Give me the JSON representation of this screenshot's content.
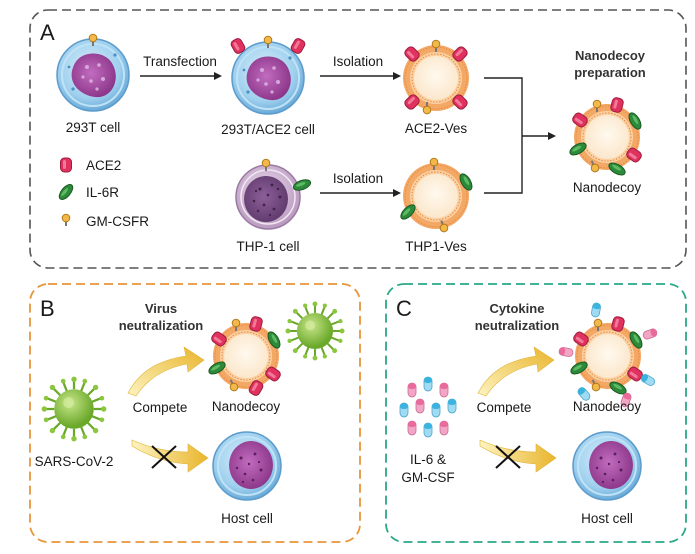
{
  "panels": {
    "a": {
      "letter": "A",
      "cell_293t": "293T cell",
      "transfection": "Transfection",
      "cell_293t_ace2": "293T/ACE2 cell",
      "isolation_1": "Isolation",
      "ace2_ves": "ACE2-Ves",
      "prep_line1": "Nanodecoy",
      "prep_line2": "preparation",
      "nanodecoy": "Nanodecoy",
      "thp1_cell": "THP-1 cell",
      "isolation_2": "Isolation",
      "thp1_ves": "THP1-Ves",
      "legend": {
        "ace2": "ACE2",
        "il6r": "IL-6R",
        "gmcsfr": "GM-CSFR"
      }
    },
    "b": {
      "letter": "B",
      "title_line1": "Virus",
      "title_line2": "neutralization",
      "compete": "Compete",
      "nanodecoy": "Nanodecoy",
      "virus": "SARS-CoV-2",
      "host": "Host cell"
    },
    "c": {
      "letter": "C",
      "title_line1": "Cytokine",
      "title_line2": "neutralization",
      "compete": "Compete",
      "nanodecoy": "Nanodecoy",
      "cytokine_line1": "IL-6 &",
      "cytokine_line2": "GM-CSF",
      "host": "Host cell"
    }
  },
  "colors": {
    "panel_a_border": "#555555",
    "panel_b_border": "#e8963a",
    "panel_c_border": "#2aa889",
    "ace2": "#e0315f",
    "il6r": "#2c8a3a",
    "gmcsfr": "#e6a53a",
    "membrane": "#f0a560",
    "virus": "#8cc63f",
    "cell_nucleus": "#9b3f98"
  }
}
